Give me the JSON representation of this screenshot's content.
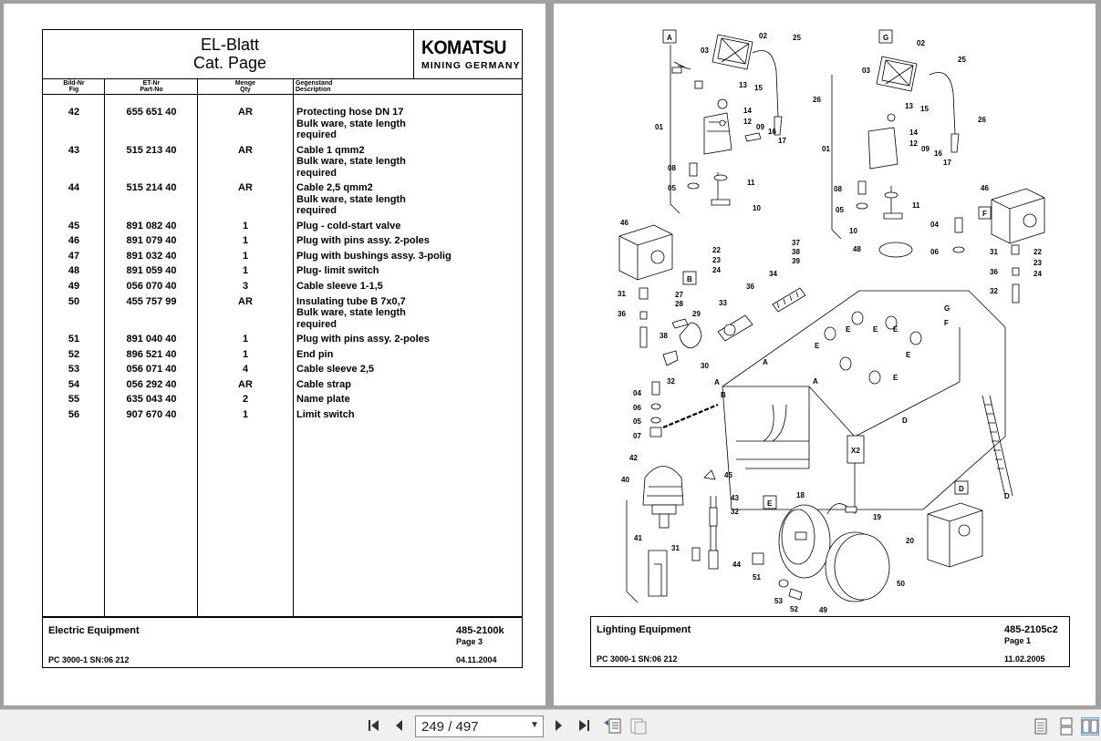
{
  "left_page": {
    "title_line1": "EL-Blatt",
    "title_line2": "Cat. Page",
    "logo_main": "KOMATSU",
    "logo_sub": "MINING GERMANY",
    "columns": {
      "fig_de": "Bild-Nr",
      "fig_en": "Fig",
      "part_de": "ET-Nr",
      "part_en": "Part-No",
      "qty_de": "Menge",
      "qty_en": "Qty",
      "desc_de": "Gegenstand",
      "desc_en": "Description"
    },
    "rows": [
      {
        "fig": "42",
        "part": "655 651 40",
        "qty": "AR",
        "desc": [
          "Protecting hose DN 17",
          "Bulk ware, state length",
          "required"
        ]
      },
      {
        "fig": "43",
        "part": "515 213 40",
        "qty": "AR",
        "desc": [
          "Cable 1 qmm2",
          "Bulk ware, state length",
          "required"
        ]
      },
      {
        "fig": "44",
        "part": "515 214 40",
        "qty": "AR",
        "desc": [
          "Cable 2,5 qmm2",
          "Bulk ware, state length",
          "required"
        ]
      },
      {
        "fig": "45",
        "part": "891 082 40",
        "qty": "1",
        "desc": [
          "Plug - cold-start valve"
        ]
      },
      {
        "fig": "46",
        "part": "891 079 40",
        "qty": "1",
        "desc": [
          "Plug with pins assy. 2-poles"
        ]
      },
      {
        "fig": "47",
        "part": "891 032 40",
        "qty": "1",
        "desc": [
          "Plug with bushings assy. 3-polig"
        ]
      },
      {
        "fig": "48",
        "part": "891 059 40",
        "qty": "1",
        "desc": [
          "Plug- limit switch"
        ]
      },
      {
        "fig": "49",
        "part": "056 070 40",
        "qty": "3",
        "desc": [
          "Cable sleeve 1-1,5"
        ]
      },
      {
        "fig": "50",
        "part": "455 757 99",
        "qty": "AR",
        "desc": [
          "Insulating tube B 7x0,7",
          "Bulk ware, state length",
          "required"
        ]
      },
      {
        "fig": "51",
        "part": "891 040 40",
        "qty": "1",
        "desc": [
          "Plug with pins assy. 2-poles"
        ]
      },
      {
        "fig": "52",
        "part": "896 521 40",
        "qty": "1",
        "desc": [
          "End pin"
        ]
      },
      {
        "fig": "53",
        "part": "056 071 40",
        "qty": "4",
        "desc": [
          "Cable sleeve 2,5"
        ]
      },
      {
        "fig": "54",
        "part": "056 292 40",
        "qty": "AR",
        "desc": [
          "Cable strap"
        ]
      },
      {
        "fig": "55",
        "part": "635 043 40",
        "qty": "2",
        "desc": [
          "Name plate"
        ]
      },
      {
        "fig": "56",
        "part": "907 670 40",
        "qty": "1",
        "desc": [
          "Limit switch"
        ]
      }
    ],
    "footer": {
      "title": "Electric Equipment",
      "code": "485-2100k",
      "page": "Page 3",
      "model": "PC 3000-1 SN:06 212",
      "date": "04.11.2004"
    }
  },
  "right_page": {
    "footer": {
      "title": "Lighting Equipment",
      "code": "485-2105c2",
      "page": "Page 1",
      "model": "PC 3000-1 SN:06 212",
      "date": "11.02.2005"
    },
    "diagram_labels": {
      "view_a": "A",
      "view_g": "G",
      "view_b": "B",
      "view_f": "F",
      "view_d": "D",
      "view_e": "E",
      "x2": "X2",
      "n01": "01",
      "n02": "02",
      "n03": "03",
      "n04": "04",
      "n05": "05",
      "n06": "06",
      "n07": "07",
      "n08": "08",
      "n09": "09",
      "n10": "10",
      "n11": "11",
      "n12": "12",
      "n13": "13",
      "n14": "14",
      "n15": "15",
      "n16": "16",
      "n17": "17",
      "n18": "18",
      "n19": "19",
      "n20": "20",
      "n22": "22",
      "n23": "23",
      "n24": "24",
      "n25": "25",
      "n26": "26",
      "n27": "27",
      "n28": "28",
      "n29": "29",
      "n30": "30",
      "n31": "31",
      "n32": "32",
      "n33": "33",
      "n34": "34",
      "n36": "36",
      "n37": "37",
      "n38": "38",
      "n39": "39",
      "n40": "40",
      "n41": "41",
      "n42": "42",
      "n43": "43",
      "n44": "44",
      "n45": "45",
      "n46": "46",
      "n48": "48",
      "n49": "49",
      "n50": "50",
      "n51": "51",
      "n52": "52",
      "n53": "53"
    }
  },
  "toolbar": {
    "page_indicator": "249 / 497"
  }
}
